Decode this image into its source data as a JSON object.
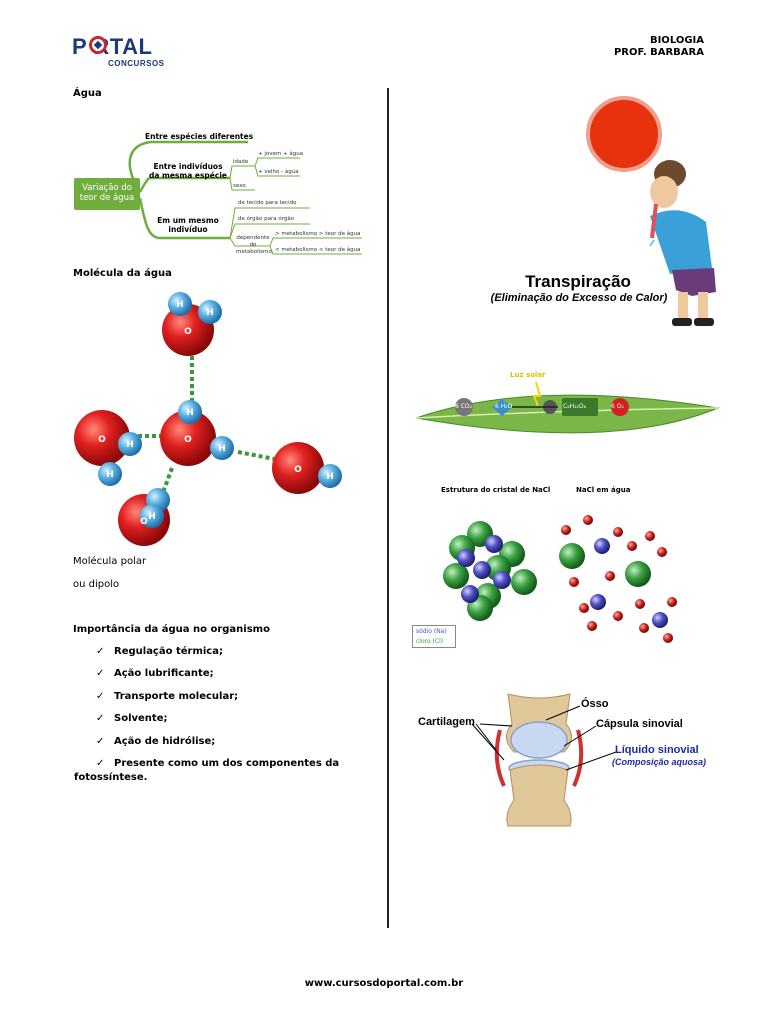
{
  "header": {
    "logo_word": "P RTAL",
    "logo_sub": "CONCURSOS",
    "subject": "BIOLOGIA",
    "teacher": "PROF. BARBARA"
  },
  "left": {
    "section1_title": "Água",
    "mindmap": {
      "center": "Variação do teor de água",
      "branch1": "Entre espécies diferentes",
      "branch2": "Entre indivíduos da mesma espécie",
      "branch2_idade": "idade",
      "branch2_jovem": "+ jovem + água",
      "branch2_velho": "+ velho - água",
      "branch2_sexo": "sexo",
      "branch3": "Em um mesmo indivíduo",
      "branch3_tecido": "de tecido para tecido",
      "branch3_orgao": "de órgão para órgão",
      "branch3_dep": "dependente do metabolismo",
      "branch3_mais": "> metabolismo > teor de água",
      "branch3_menos": "< metabolismo < teor de água"
    },
    "section2_title": "Molécula da água",
    "polar_line1": "Molécula polar",
    "polar_line2": "ou dipolo",
    "importance_title": "Importância da água no organismo",
    "check_mark": "✓",
    "bullets": [
      "Regulação térmica;",
      "Ação lubrificante;",
      "Transporte molecular;",
      "Solvente;",
      "Ação de hidrólise;",
      "Presente como um dos componentes da",
      "fotossíntese."
    ]
  },
  "right": {
    "transp_title": "Transpiração",
    "transp_sub": "(Eliminação do Excesso de Calor)",
    "leaf_label": "Luz solar",
    "leaf_co2": "6 CO₂",
    "leaf_h2o": "6 H₂O",
    "leaf_glucose": "C₆H₁₂O₆",
    "leaf_o2": "6 O₂",
    "nacl_crystal": "Estrutura do cristal de NaCl",
    "nacl_water": "NaCl em água",
    "legend_na": "sódio (Na)",
    "legend_cl": "cloro (Cl)",
    "joint_cart": "Cartilagem",
    "joint_osso": "Ósso",
    "joint_caps": "Cápsula sinovial",
    "joint_liq": "Líquido sinovial",
    "joint_comp": "(Composição aquosa)"
  },
  "footer": "www.cursosdoportal.com.br",
  "colors": {
    "logo_blue": "#1a3a7a",
    "logo_red": "#c42a2a",
    "mindmap_green": "#6fae3c",
    "oxygen_red": "#d42020",
    "hydrogen_blue": "#5aaee0",
    "bond_green": "#3a9a3a",
    "leaf_green": "#7ab648"
  }
}
